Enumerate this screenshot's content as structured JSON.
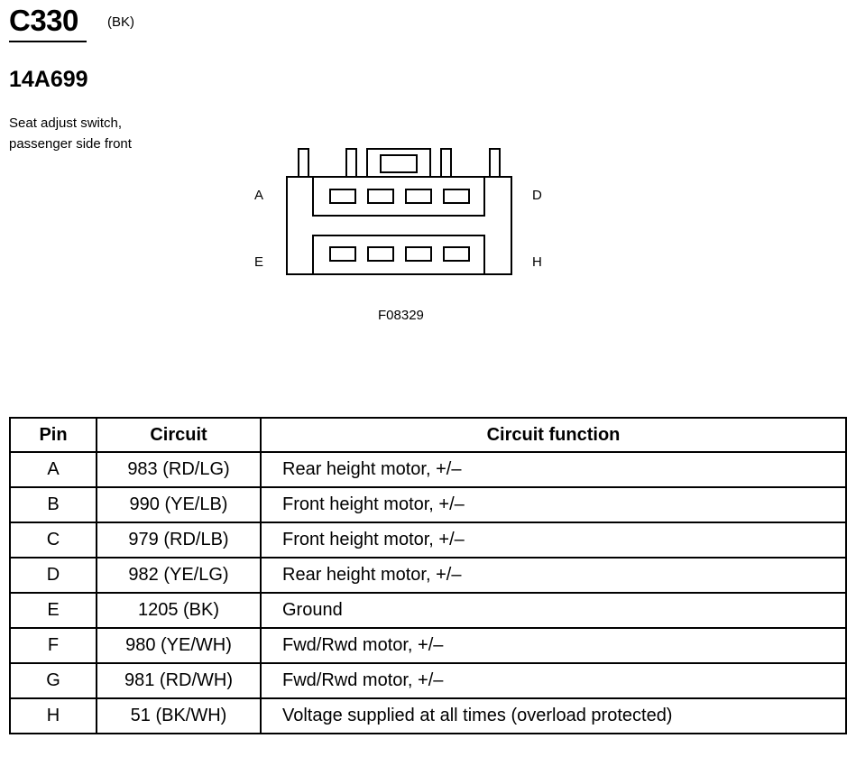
{
  "header": {
    "connector_id": "C330",
    "color_code": "(BK)",
    "part_number": "14A699",
    "description_line1": "Seat adjust switch,",
    "description_line2": "passenger side front"
  },
  "diagram": {
    "pin_labels": {
      "a": "A",
      "d": "D",
      "e": "E",
      "h": "H"
    },
    "figure_id": "F08329"
  },
  "table": {
    "headers": {
      "pin": "Pin",
      "circuit": "Circuit",
      "function": "Circuit function"
    },
    "rows": [
      {
        "pin": "A",
        "circuit": "983 (RD/LG)",
        "function": "Rear height motor, +/–"
      },
      {
        "pin": "B",
        "circuit": "990 (YE/LB)",
        "function": "Front height motor, +/–"
      },
      {
        "pin": "C",
        "circuit": "979 (RD/LB)",
        "function": "Front height motor, +/–"
      },
      {
        "pin": "D",
        "circuit": "982 (YE/LG)",
        "function": "Rear height motor, +/–"
      },
      {
        "pin": "E",
        "circuit": "1205 (BK)",
        "function": "Ground"
      },
      {
        "pin": "F",
        "circuit": "980 (YE/WH)",
        "function": "Fwd/Rwd motor, +/–"
      },
      {
        "pin": "G",
        "circuit": "981 (RD/WH)",
        "function": "Fwd/Rwd motor, +/–"
      },
      {
        "pin": "H",
        "circuit": "51 (BK/WH)",
        "function": "Voltage supplied at all times (overload protected)"
      }
    ]
  }
}
